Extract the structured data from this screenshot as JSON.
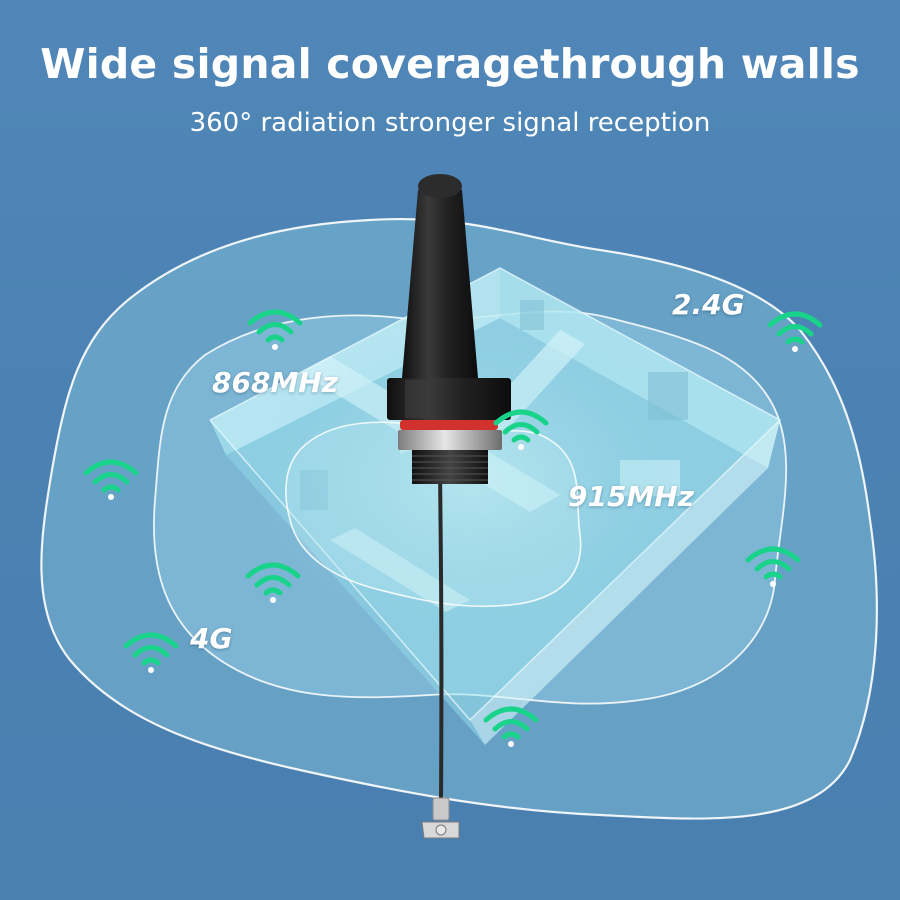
{
  "heading": {
    "title": "Wide signal coveragethrough walls",
    "subtitle": "360° radiation stronger signal reception"
  },
  "band_labels": {
    "label_868": "868MHz",
    "label_24": "2.4G",
    "label_915": "915MHz",
    "label_4g": "4G"
  },
  "icons": [
    "wifi-signal-icon"
  ],
  "colors": {
    "background": "#4c84b5",
    "wifi_green": "#19d38a",
    "house_tint": "#9fe0ec",
    "contour_line": "#ffffff",
    "antenna_body": "#1c1c1c",
    "seal_ring": "#d2322d",
    "brass_nut": "#b8b8b8"
  }
}
